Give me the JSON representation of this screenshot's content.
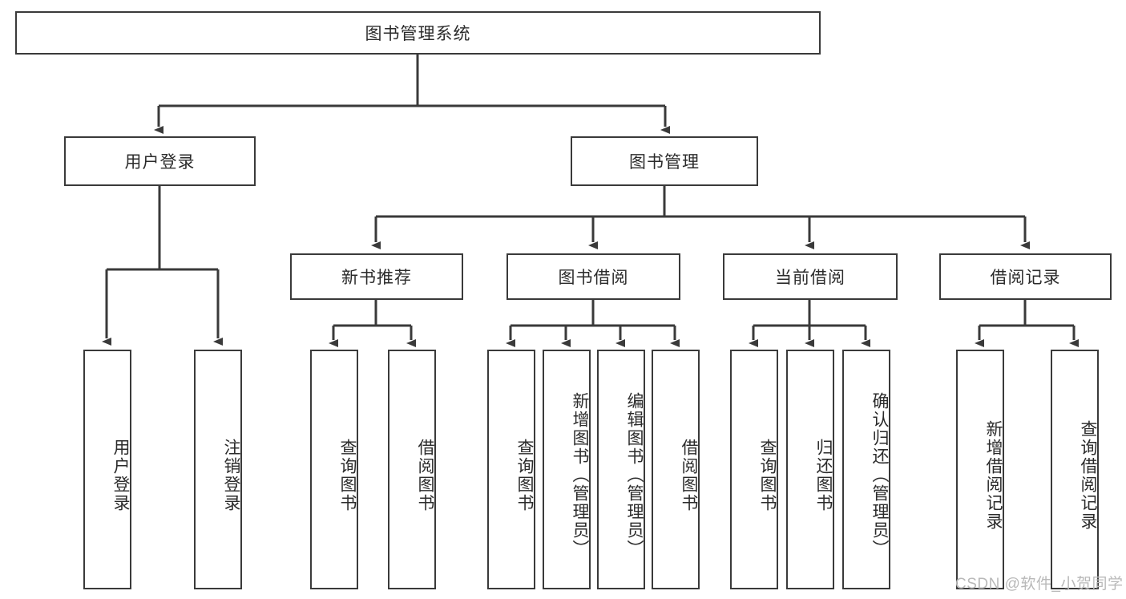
{
  "diagram": {
    "type": "tree-hierarchy",
    "title": "图书管理系统",
    "watermark": "CSDN @软件_小贺同学",
    "colors": {
      "box_border": "#3a3a3a",
      "connector": "#3a3a3a",
      "background": "#ffffff",
      "text": "#2b2b2b",
      "watermark": "#b9b9b9"
    },
    "nodes": {
      "root": {
        "label": "图书管理系统"
      },
      "level2": [
        {
          "id": "user_login",
          "label": "用户登录"
        },
        {
          "id": "book_manage",
          "label": "图书管理"
        }
      ],
      "level3": [
        {
          "id": "new_book_rec",
          "label": "新书推荐"
        },
        {
          "id": "book_borrow",
          "label": "图书借阅"
        },
        {
          "id": "current_borrow",
          "label": "当前借阅"
        },
        {
          "id": "borrow_record",
          "label": "借阅记录"
        }
      ],
      "leaves": {
        "user_login": [
          {
            "label": "用户登录"
          },
          {
            "label": "注销登录"
          }
        ],
        "new_book_rec": [
          {
            "label": "查询图书"
          },
          {
            "label": "借阅图书"
          }
        ],
        "book_borrow": [
          {
            "label": "查询图书"
          },
          {
            "label": "新增图书（管理员）"
          },
          {
            "label": "编辑图书（管理员）"
          },
          {
            "label": "借阅图书"
          }
        ],
        "current_borrow": [
          {
            "label": "查询图书"
          },
          {
            "label": "归还图书"
          },
          {
            "label": "确认归还（管理员）"
          }
        ],
        "borrow_record": [
          {
            "label": "新增借阅记录"
          },
          {
            "label": "查询借阅记录"
          }
        ]
      }
    }
  }
}
